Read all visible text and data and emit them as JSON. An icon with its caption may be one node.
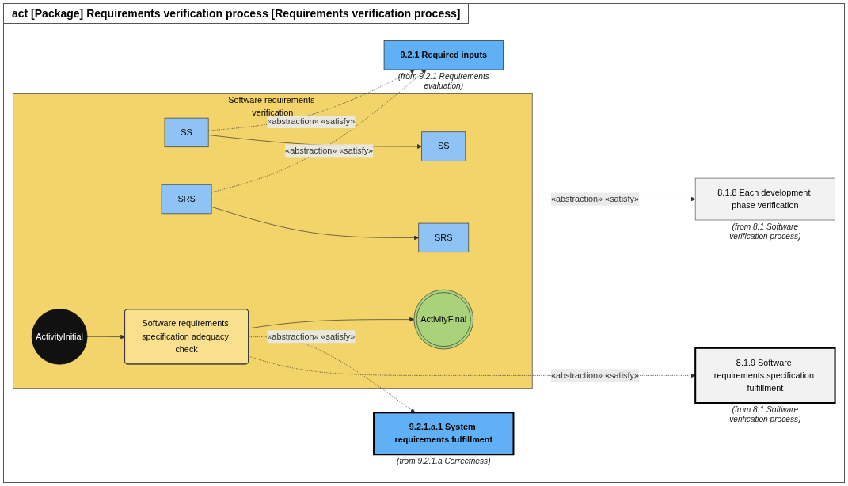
{
  "diagram": {
    "title": "act [Package] Requirements verification process [Requirements verification process]",
    "nodes": [
      {
        "text": [
          "9.2.1 Required inputs"
        ],
        "beside": [
          "(from 9.2.1 Requirements evaluation)"
        ]
      },
      {
        "text": [
          "Software requirements verification"
        ]
      },
      {
        "text": [
          "SS"
        ],
        "in": 1
      },
      {
        "text": [
          "SRS"
        ],
        "in": 1
      },
      {
        "text": [
          "Software requirements specification adequacy check"
        ],
        "in": 1
      },
      {
        "text": [
          "SS"
        ],
        "in": 1
      },
      {
        "text": [
          "SRS"
        ],
        "in": 1
      },
      {
        "text": [
          "ActivityInitial"
        ],
        "in": 1
      },
      {
        "text": [
          "ActivityFinal"
        ],
        "in": 1
      },
      {
        "text": [
          "8.1.8 Each development phase verification"
        ],
        "beside": [
          "(from 8.1 Software verification process)"
        ]
      },
      {
        "text": [
          "9.2.1.a.1 System requirements fulfillment"
        ],
        "beside": [
          "(from 9.2.1.a Correctness)"
        ]
      },
      {
        "text": [
          "8.1.9 Software requirements specification fulfillment"
        ],
        "beside": [
          "(from 8.1 Software verification process)"
        ]
      }
    ],
    "edges": [
      {
        "from": 2,
        "to": 0,
        "arrow": "to",
        "style": "dashed",
        "label": "«abstraction» «satisfy»"
      },
      {
        "from": 3,
        "to": 0,
        "arrow": "to",
        "style": "dashed",
        "label": "«abstraction» «satisfy»"
      },
      {
        "from": 3,
        "to": 9,
        "arrow": "to",
        "style": "dashed",
        "label": "«abstraction» «satisfy»"
      },
      {
        "from": 2,
        "to": 5,
        "arrow": "to"
      },
      {
        "from": 3,
        "to": 6,
        "arrow": "to"
      },
      {
        "from": 7,
        "to": 4,
        "arrow": "to"
      },
      {
        "from": 4,
        "to": 8,
        "arrow": "to"
      },
      {
        "from": 4,
        "to": 10,
        "arrow": "to",
        "style": "dashed",
        "label": "«abstraction» «satisfy»"
      },
      {
        "from": 4,
        "to": 11,
        "arrow": "to",
        "style": "dashed",
        "label": "«abstraction» «satisfy»"
      }
    ]
  }
}
